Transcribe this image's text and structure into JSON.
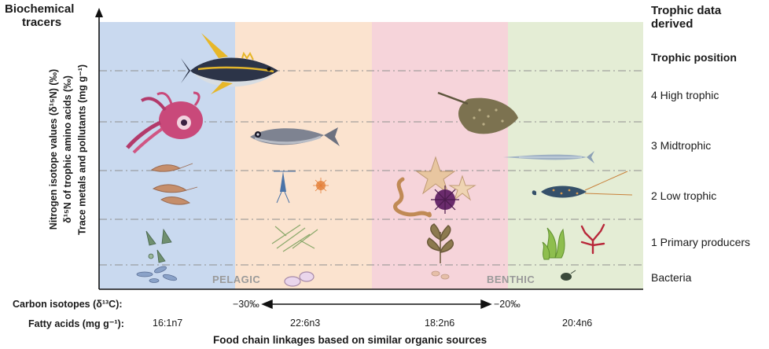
{
  "left_title": [
    "Biochemical",
    "tracers"
  ],
  "right_title": [
    "Trophic data",
    "derived"
  ],
  "y_axis_labels": [
    "Nitrogen isotope values (δ¹⁵N) (‰)",
    "δ¹⁵N of trophic amino acids (‰)",
    "Trace metals and pollutants (mg g⁻¹)"
  ],
  "trophic_header": "Trophic position",
  "levels": [
    {
      "label": "4  High trophic"
    },
    {
      "label": "3  Midtrophic"
    },
    {
      "label": "2  Low trophic"
    },
    {
      "label": "1  Primary producers"
    },
    {
      "label": "Bacteria"
    }
  ],
  "bands": {
    "pelagic_label": "PELAGIC",
    "benthic_label": "BENTHIC",
    "colors": [
      "#c9d9ef",
      "#fbe3cf",
      "#f6d4da",
      "#e4edd5"
    ]
  },
  "carbon": {
    "label": "Carbon isotopes (δ¹³C):",
    "left_value": "−30‰",
    "right_value": "−20‰"
  },
  "fatty_acids": {
    "label": "Fatty acids (mg g⁻¹):",
    "values": [
      "16:1n7",
      "22:6n3",
      "18:2n6",
      "20:4n6"
    ]
  },
  "bottom_title": "Food chain linkages based on similar organic sources",
  "organisms": [
    {
      "name": "tuna-icon"
    },
    {
      "name": "squid-icon"
    },
    {
      "name": "krill-icon"
    },
    {
      "name": "diatom-icon"
    },
    {
      "name": "bacteria-icon"
    },
    {
      "name": "lanternfish-icon"
    },
    {
      "name": "zooplankton-icon"
    },
    {
      "name": "phytoplankton-icon"
    },
    {
      "name": "stingray-icon"
    },
    {
      "name": "starfish-icon"
    },
    {
      "name": "sea-urchin-icon"
    },
    {
      "name": "worm-icon"
    },
    {
      "name": "seaweed-icon"
    },
    {
      "name": "needlefish-icon"
    },
    {
      "name": "lobster-icon"
    },
    {
      "name": "green-algae-icon"
    },
    {
      "name": "red-algae-icon"
    }
  ]
}
